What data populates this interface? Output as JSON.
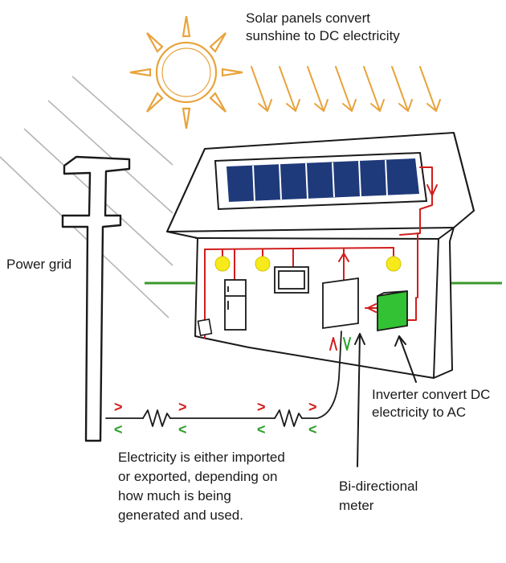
{
  "labels": {
    "solar": [
      "Solar panels convert",
      "sunshine to DC electricity"
    ],
    "grid": "Power grid",
    "inverter": [
      "Inverter convert DC",
      "electricity to AC"
    ],
    "electricity": [
      "Electricity is either imported",
      "or exported, depending on",
      "how much is being",
      "generated and used."
    ],
    "meter": [
      "Bi-directional",
      "meter"
    ]
  },
  "arrows": {
    "export": ">",
    "import": "<",
    "meter_up": "^",
    "meter_down": "v"
  },
  "colors": {
    "sun": "#e8a33c",
    "panel": "#1f3a7a",
    "panel_frame": "#ffffff",
    "wire_dc": "#d11d1d",
    "ground": "#3a9a2a",
    "bulb": "#f6ea1a",
    "inverter": "#33c233",
    "line": "#1a1a1a",
    "grid_lines": "#b5b5b5",
    "meter_up": "#d11d1d",
    "meter_down": "#2aa02a"
  },
  "icons": [
    "sun-icon",
    "solar-panel-icon",
    "house-icon",
    "power-pole-icon",
    "light-bulb-icon",
    "fridge-icon",
    "tv-icon",
    "meter-icon",
    "inverter-icon",
    "resistor-icon"
  ]
}
